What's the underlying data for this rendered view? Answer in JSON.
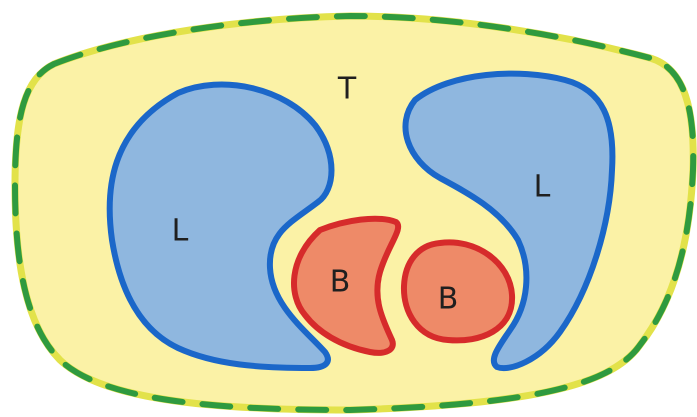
{
  "diagram": {
    "labels": {
      "torso": "T",
      "left_lung": "L",
      "right_lung": "L",
      "left_bronchus": "B",
      "right_bronchus": "B"
    },
    "colors": {
      "background": "#ffffff",
      "torso_fill": "#fbf2a6",
      "torso_outline": "#e2e24a",
      "torso_dash": "#2f9a3f",
      "lung_fill": "#8fb7df",
      "lung_outline": "#1b67c9",
      "bronchus_fill": "#ee8a68",
      "bronchus_outline": "#d62b2b",
      "text": "#1f1f1f"
    }
  }
}
